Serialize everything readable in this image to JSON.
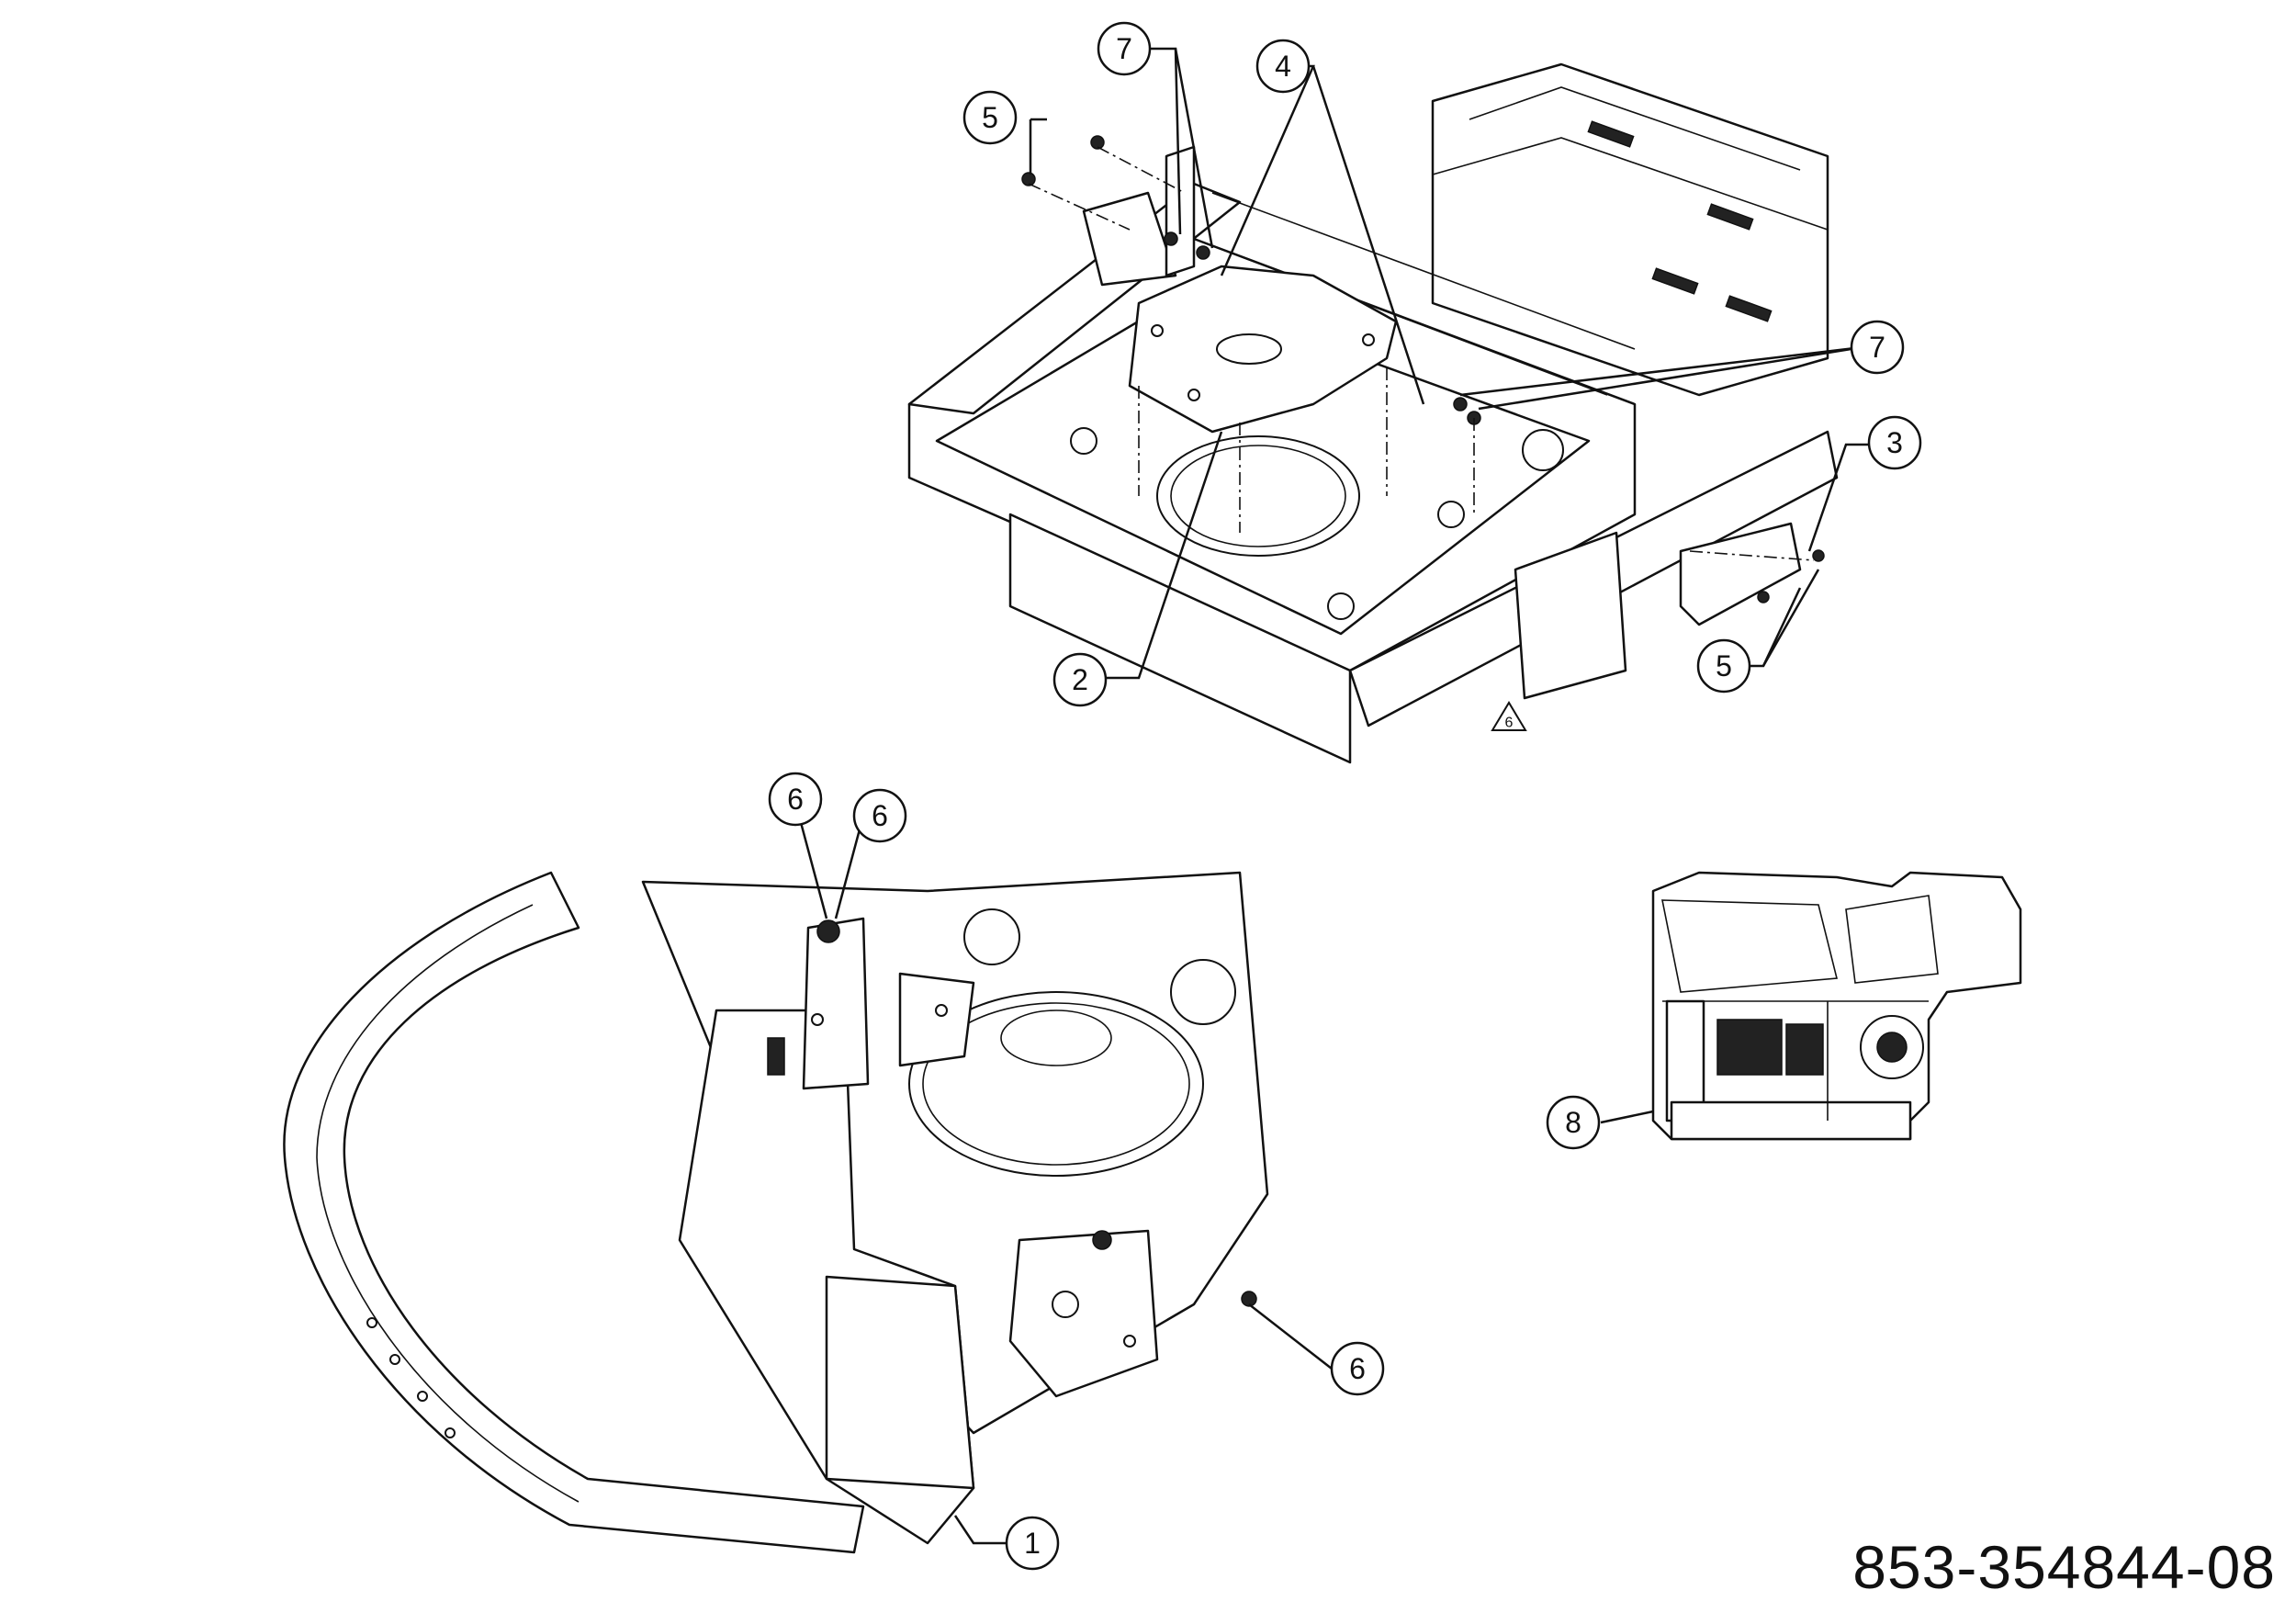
{
  "document_number": "853-354844-08",
  "warning_symbol_label": "6",
  "callouts": {
    "c1": "1",
    "c2": "2",
    "c3": "3",
    "c4": "4",
    "c5a": "5",
    "c5b": "5",
    "c6a": "6",
    "c6b": "6",
    "c6c": "6",
    "c7a": "7",
    "c7b": "7",
    "c8": "8"
  }
}
